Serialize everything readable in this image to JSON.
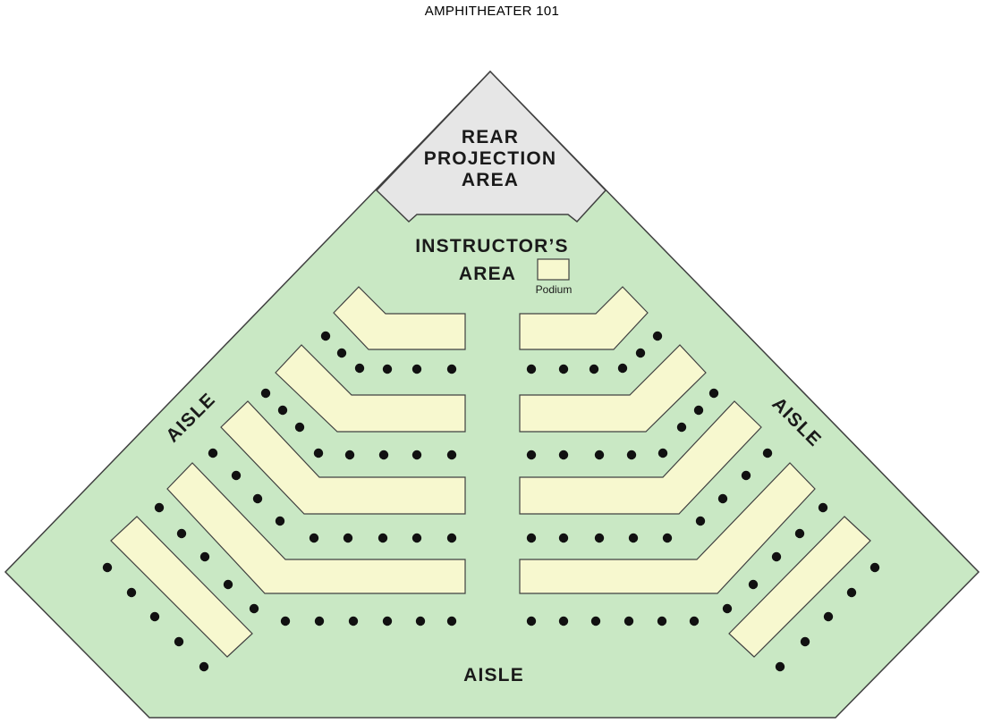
{
  "title": "AMPHITHEATER 101",
  "rear_projection": {
    "line1": "REAR",
    "line2": "PROJECTION",
    "line3": "AREA"
  },
  "instructor_area": {
    "line1": "INSTRUCTOR’S",
    "line2": "AREA"
  },
  "podium": {
    "label": "Podium"
  },
  "aisles": {
    "left": "AISLE",
    "right": "AISLE",
    "front": "AISLE"
  },
  "colors": {
    "floor": "#c9e8c4",
    "projection": "#e6e6e6",
    "desk": "#f7f8cf",
    "outline": "#404040",
    "seat": "#111111"
  }
}
